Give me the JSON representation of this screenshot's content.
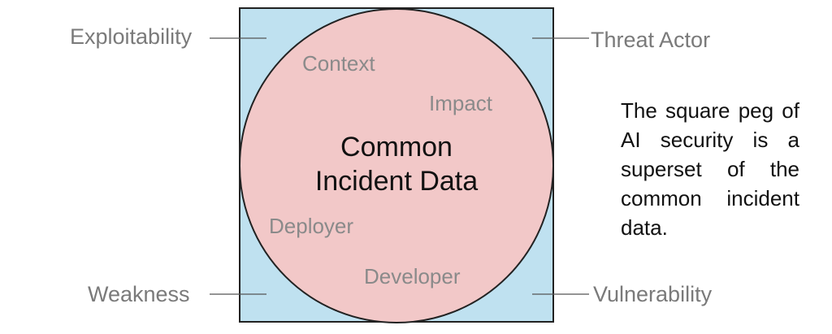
{
  "diagram": {
    "center_title_line1": "Common",
    "center_title_line2": "Incident Data",
    "inner_labels": {
      "context": "Context",
      "impact": "Impact",
      "deployer": "Deployer",
      "developer": "Developer"
    },
    "corner_labels": {
      "exploitability": "Exploitability",
      "threat_actor": "Threat Actor",
      "weakness": "Weakness",
      "vulnerability": "Vulnerability"
    },
    "caption": "The square peg of AI security is a superset of the common incident data.",
    "colors": {
      "square_fill": "#bfe1f0",
      "circle_fill": "#f2c8c8",
      "outline": "#222222",
      "label_gray": "#7a7a7a"
    }
  }
}
